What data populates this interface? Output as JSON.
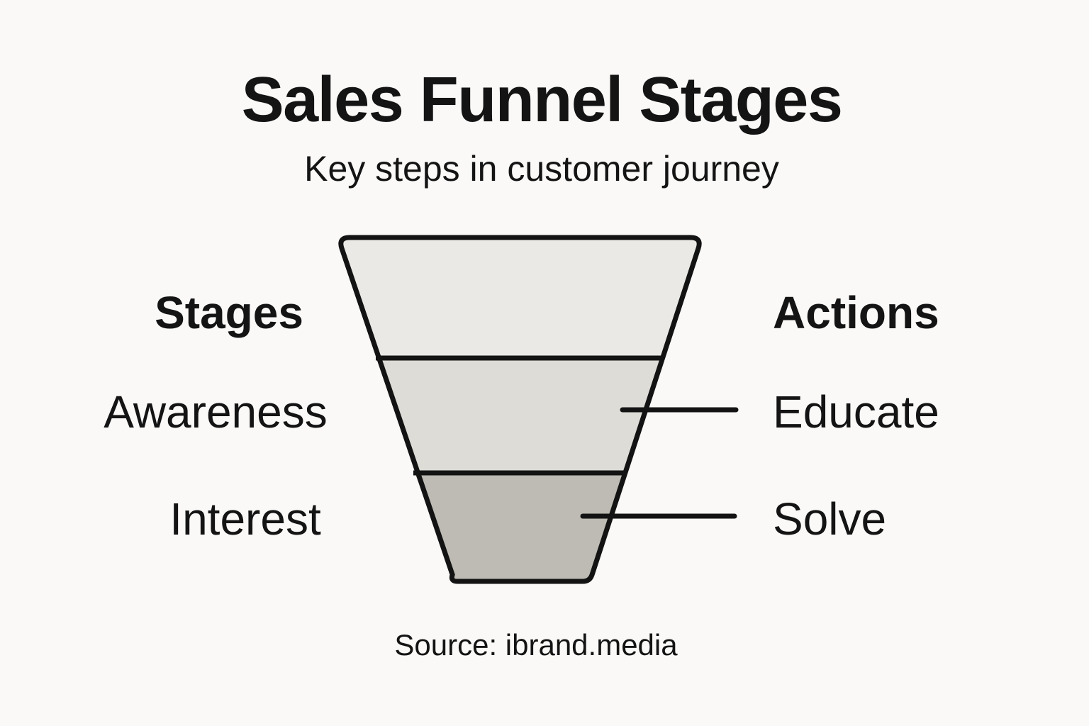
{
  "page": {
    "background_color": "#faf9f7",
    "text_color": "#141414"
  },
  "header": {
    "title": "Sales Funnel Stages",
    "subtitle": "Key steps in customer journey"
  },
  "diagram": {
    "type": "funnel",
    "outline_color": "#131313",
    "stages_heading": "Stages",
    "actions_heading": "Actions",
    "segments": [
      {
        "position": "top",
        "color": "#eae9e5",
        "stage": "",
        "action": ""
      },
      {
        "position": "middle",
        "color": "#dedcd7",
        "stage": "Awareness",
        "action": "Educate"
      },
      {
        "position": "bottom",
        "color": "#bdbbb3",
        "stage": "Interest",
        "action": "Solve"
      }
    ]
  },
  "footer": {
    "source": "Source: ibrand.media"
  }
}
